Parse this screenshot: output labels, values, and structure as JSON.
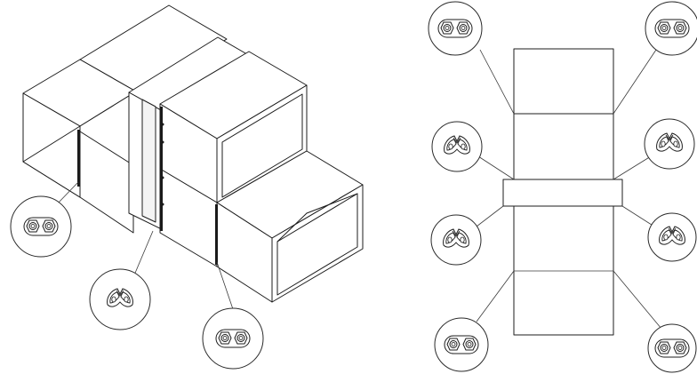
{
  "diagram": {
    "views": [
      {
        "name": "isometric-view",
        "detail_callouts": [
          "hex-nut-pair",
          "clip-detail",
          "hex-nut-pair"
        ]
      },
      {
        "name": "top-view",
        "detail_callouts": [
          "hex-nut-pair",
          "hex-nut-pair",
          "clip-detail",
          "clip-detail",
          "clip-detail",
          "clip-detail",
          "hex-nut-pair",
          "hex-nut-pair"
        ]
      }
    ],
    "icons": {
      "hex_nut_pair": "hex-nut-pair-icon",
      "clip_detail": "clip-detail-icon"
    },
    "colors": {
      "line": "#1c1c1c",
      "background": "#ffffff"
    }
  }
}
